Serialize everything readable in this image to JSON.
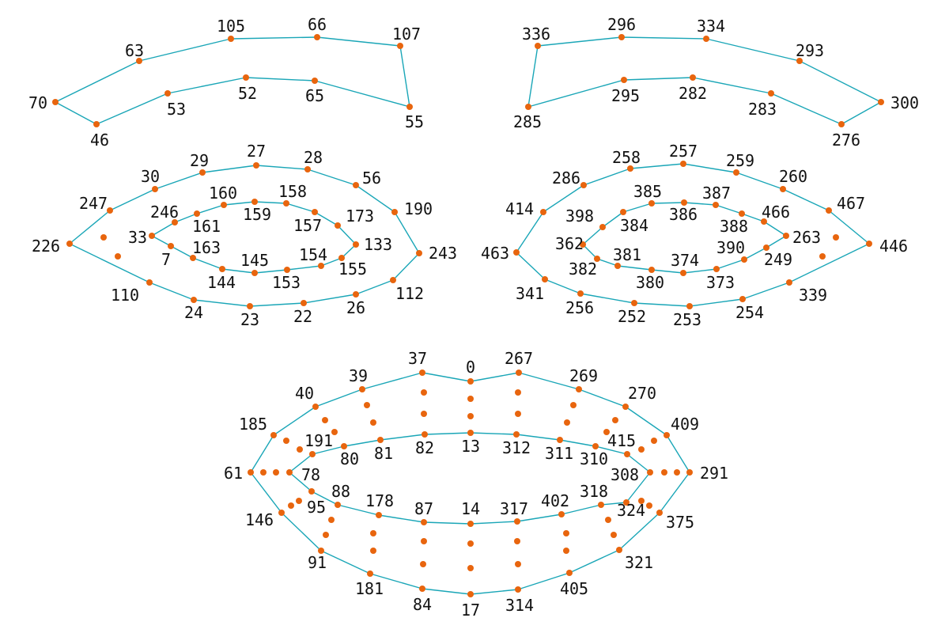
{
  "colors": {
    "edge": "#1aa6b7",
    "point": "#e8650e",
    "text": "#111111"
  },
  "regions": [
    {
      "name": "left-eyebrow",
      "loops": [
        [
          "70",
          "63",
          "105",
          "66",
          "107",
          "55",
          "65",
          "52",
          "53",
          "46"
        ]
      ],
      "labels": [
        "70",
        "63",
        "105",
        "66",
        "107",
        "55",
        "65",
        "52",
        "53",
        "46"
      ]
    },
    {
      "name": "right-eyebrow",
      "loops": [
        [
          "336",
          "296",
          "334",
          "293",
          "300",
          "276",
          "283",
          "282",
          "295",
          "285"
        ]
      ],
      "labels": [
        "336",
        "296",
        "334",
        "293",
        "300",
        "276",
        "283",
        "282",
        "295",
        "285"
      ]
    },
    {
      "name": "left-eye",
      "loops": [
        [
          "226",
          "247",
          "30",
          "29",
          "27",
          "28",
          "56",
          "190",
          "243",
          "112",
          "26",
          "22",
          "23",
          "24",
          "110"
        ],
        [
          "33",
          "246",
          "161",
          "160",
          "159",
          "158",
          "157",
          "173",
          "133",
          "155",
          "154",
          "153",
          "145",
          "144",
          "163",
          "7"
        ]
      ],
      "labels": [
        "226",
        "247",
        "30",
        "29",
        "27",
        "28",
        "56",
        "190",
        "243",
        "112",
        "26",
        "22",
        "23",
        "24",
        "110",
        "33",
        "246",
        "161",
        "160",
        "159",
        "158",
        "157",
        "173",
        "133",
        "155",
        "154",
        "153",
        "145",
        "144",
        "163",
        "7"
      ]
    },
    {
      "name": "right-eye",
      "loops": [
        [
          "463",
          "414",
          "286",
          "258",
          "257",
          "259",
          "260",
          "467",
          "446",
          "339",
          "254",
          "253",
          "252",
          "256",
          "341"
        ],
        [
          "362",
          "398",
          "384",
          "385",
          "386",
          "387",
          "388",
          "466",
          "263",
          "249",
          "390",
          "373",
          "374",
          "380",
          "381",
          "382"
        ]
      ],
      "labels": [
        "463",
        "414",
        "286",
        "258",
        "257",
        "259",
        "260",
        "467",
        "446",
        "339",
        "254",
        "253",
        "252",
        "256",
        "341",
        "362",
        "398",
        "384",
        "385",
        "386",
        "387",
        "388",
        "466",
        "263",
        "249",
        "390",
        "373",
        "374",
        "380",
        "381",
        "382"
      ]
    },
    {
      "name": "lips",
      "loops": [
        [
          "61",
          "185",
          "40",
          "39",
          "37",
          "0",
          "267",
          "269",
          "270",
          "409",
          "291",
          "375",
          "321",
          "405",
          "314",
          "17",
          "84",
          "181",
          "91",
          "146"
        ],
        [
          "78",
          "191",
          "80",
          "81",
          "82",
          "13",
          "312",
          "311",
          "310",
          "415",
          "308",
          "324",
          "318",
          "402",
          "317",
          "14",
          "87",
          "178",
          "88",
          "95"
        ]
      ],
      "labels": [
        "61",
        "185",
        "40",
        "39",
        "37",
        "0",
        "267",
        "269",
        "270",
        "409",
        "291",
        "375",
        "321",
        "405",
        "314",
        "17",
        "84",
        "181",
        "91",
        "146",
        "78",
        "191",
        "80",
        "81",
        "82",
        "13",
        "312",
        "311",
        "310",
        "415",
        "308",
        "324",
        "318",
        "402",
        "317",
        "14",
        "87",
        "178",
        "88",
        "95"
      ]
    }
  ]
}
